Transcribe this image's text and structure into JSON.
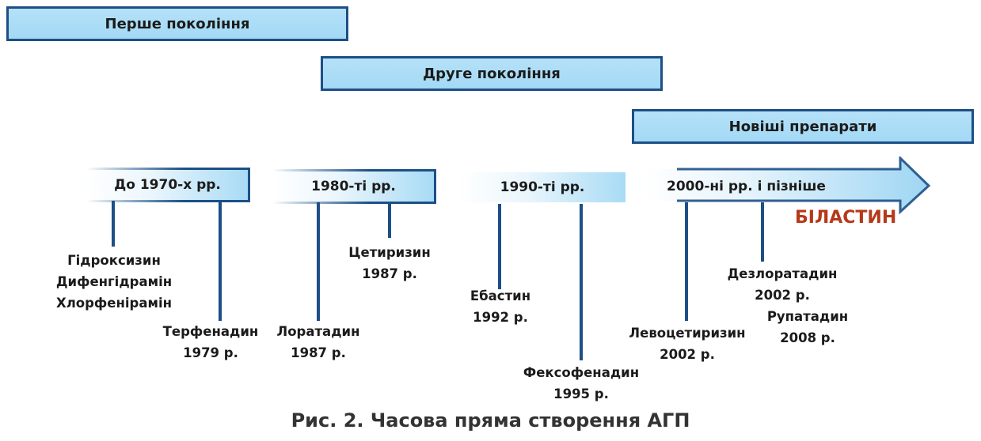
{
  "generations": [
    "Перше покоління",
    "Друге покоління",
    "Новіші препарати"
  ],
  "eras": [
    "До 1970-х рр.",
    "1980-ті рр.",
    "1990-ті рр.",
    "2000-ні рр. і пізніше"
  ],
  "drugs": {
    "gen1": [
      "Гідроксизин",
      "Дифенгідрамін",
      "Хлорфенірамін"
    ],
    "terfenadine": [
      "Терфенадин",
      "1979 р."
    ],
    "loratadine": [
      "Лоратадин",
      "1987 р."
    ],
    "cetirizine": [
      "Цетиризин",
      "1987 р."
    ],
    "ebastine": [
      "Ебастин",
      "1992 р."
    ],
    "fexofenadine": [
      "Фексофенадин",
      "1995 р."
    ],
    "levocetirizine": [
      "Левоцетиризин",
      "2002 р."
    ],
    "desloratadine": [
      "Дезлоратадин",
      "2002 р."
    ],
    "rupatadine": [
      "Рупатадин",
      "2008 р."
    ]
  },
  "highlight": "БІЛАСТИН",
  "caption": "Рис. 2. Часова пряма створення АГП",
  "colors": {
    "line": "#1d4f86",
    "box": "#a3d9f5",
    "highlight": "#b5391a"
  }
}
